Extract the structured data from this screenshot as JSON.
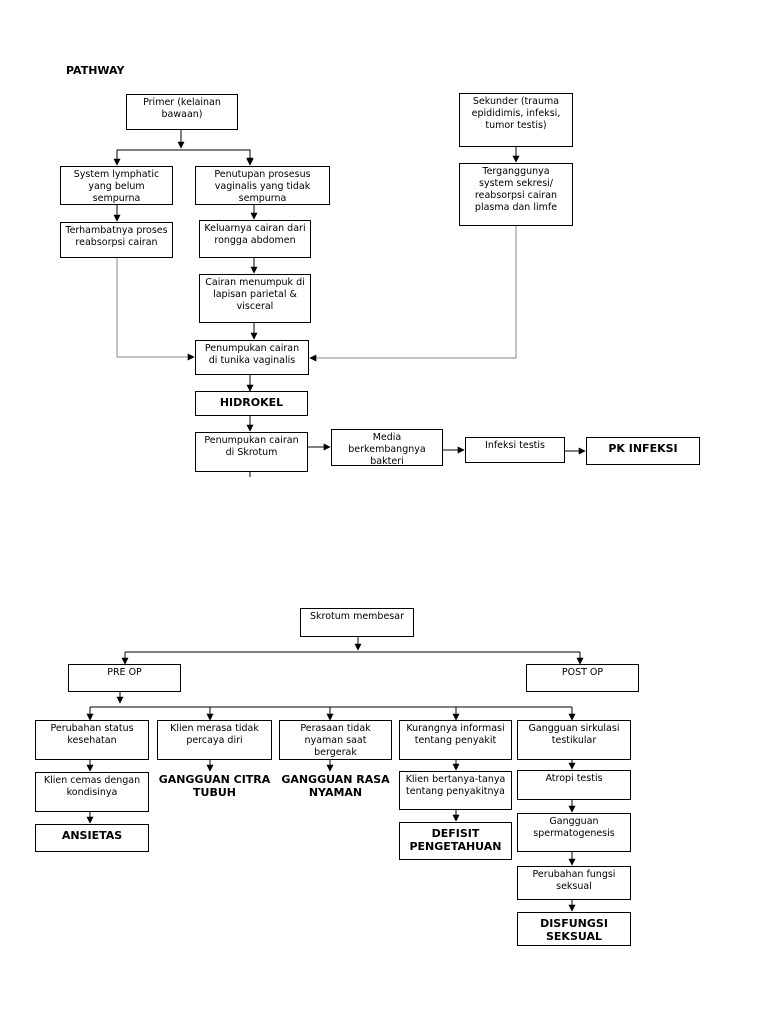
{
  "title": "PATHWAY",
  "nodes": {
    "primer": "Primer (kelainan bawaan)",
    "sekunder": "Sekunder (trauma epididimis, infeksi, tumor testis)",
    "lymphatic": "System lymphatic yang belum sempurna",
    "penutupan": "Penutupan prosesus vaginalis yang tidak sempurna",
    "terganggunya": "Terganggunya system sekresi/ reabsorpsi cairan plasma dan limfe",
    "terhambatnya": "Terhambatnya proses reabsorpsi cairan",
    "keluarnya": "Keluarnya cairan dari rongga abdomen",
    "menumpuk": "Cairan menumpuk di lapisan parietal & visceral",
    "penumpukan_tunika": "Penumpukan cairan di tunika vaginalis",
    "hidrokel": "HIDROKEL",
    "penumpukan_skrotum": "Penumpukan cairan di Skrotum",
    "media": "Media berkembangnya bakteri",
    "infeksi_testis": "Infeksi testis",
    "pk_infeksi": "PK INFEKSI",
    "skrotum_membesar": "Skrotum membesar",
    "pre_op": "PRE OP",
    "post_op": "POST OP",
    "perubahan_status": "Perubahan status kesehatan",
    "klien_merasa": "Klien merasa tidak percaya diri",
    "perasaan": "Perasaan tidak nyaman saat bergerak",
    "kurangnya": "Kurangnya informasi tentang penyakit",
    "gangguan_sirkulasi": "Gangguan sirkulasi testikular",
    "klien_cemas": "Klien cemas dengan kondisinya",
    "gangguan_citra": "GANGGUAN CITRA TUBUH",
    "gangguan_rasa": "GANGGUAN RASA NYAMAN",
    "klien_bertanya": "Klien bertanya-tanya tentang penyakitnya",
    "atropi": "Atropi testis",
    "ansietas": "ANSIETAS",
    "defisit": "DEFISIT PENGETAHUAN",
    "spermatogenesis": "Gangguan spermatogenesis",
    "perubahan_fungsi": "Perubahan fungsi seksual",
    "disfungsi": "DISFUNGSI SEKSUAL"
  }
}
